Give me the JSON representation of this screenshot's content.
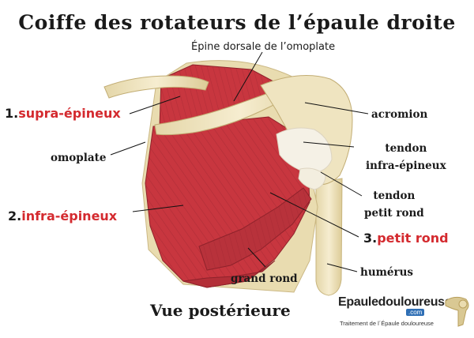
{
  "title": "Coiffe des rotateurs de l’épaule droite",
  "caption": "Vue postérieure",
  "labels": {
    "spine": "Épine dorsale de l’omoplate",
    "supra_num": "1.",
    "supra": "supra-épineux",
    "infra_num": "2.",
    "infra": "infra-épineux",
    "petit_num": "3.",
    "petit": "petit rond",
    "omoplate": "omoplate",
    "acromion": "acromion",
    "tendon_infra_1": "tendon",
    "tendon_infra_2": "infra-épineux",
    "tendon_petit_1": "tendon",
    "tendon_petit_2": "petit rond",
    "humerus": "humérus",
    "grand_rond": "grand rond"
  },
  "watermark": {
    "name": "Epauledouloureuse",
    "suffix": ".com",
    "tagline": "Traitement de l´Épaule douloureuse"
  },
  "colors": {
    "muscle": "#c8363f",
    "muscle_dark": "#a52a33",
    "bone": "#f1e6c2",
    "tendon": "#f5f1e6",
    "numbered_label": "#d42a2f",
    "logo_accent": "#2f6fb5"
  }
}
